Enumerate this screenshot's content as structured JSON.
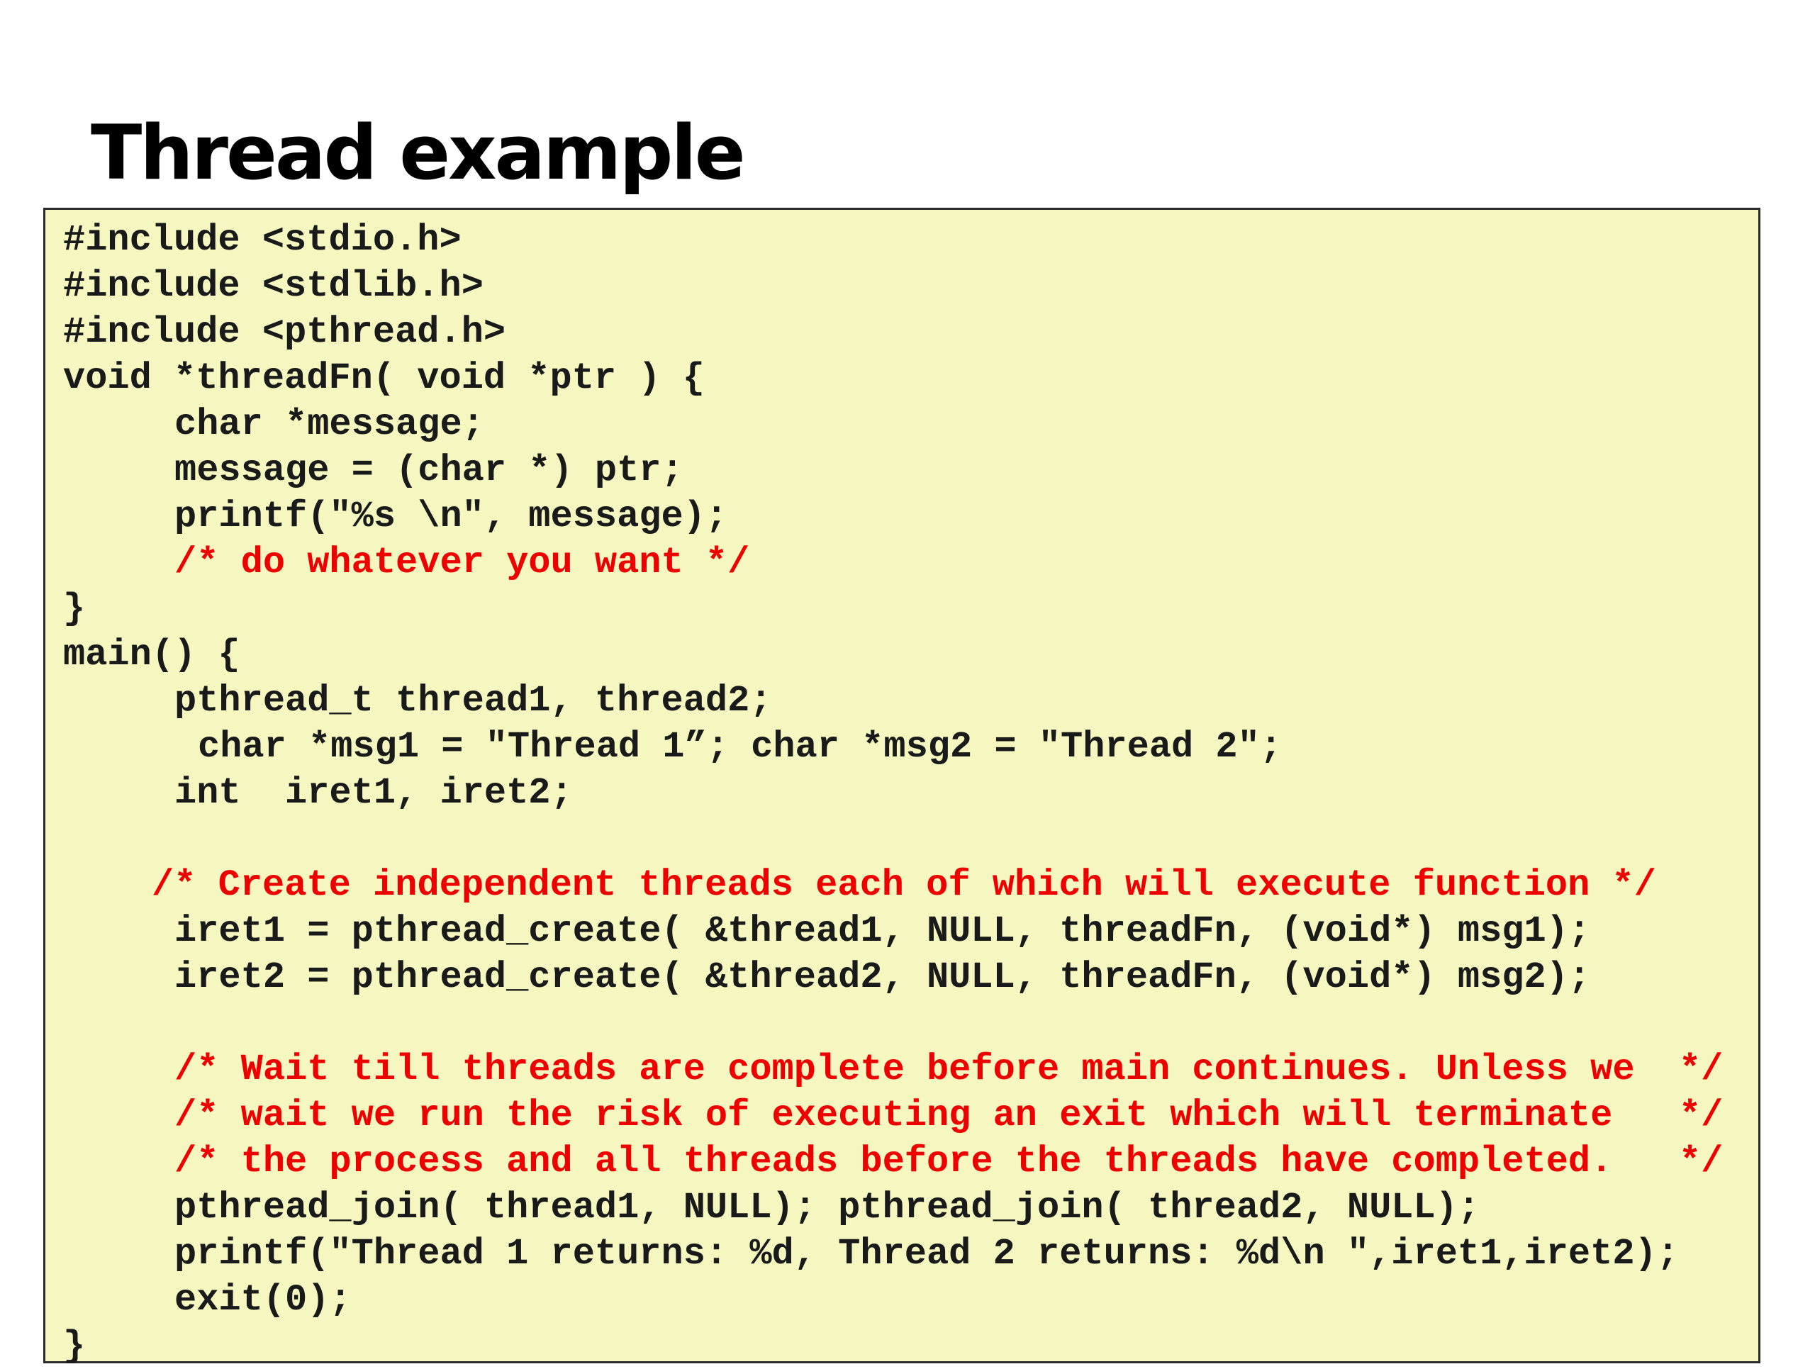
{
  "title": "Thread example",
  "colors": {
    "code_text": "#1a1a1a",
    "comment": "#ee0000",
    "panel_background": "#f6f6c0",
    "panel_border": "#2b2b2b"
  },
  "code": {
    "lines": [
      {
        "text": "#include <stdio.h>",
        "type": "code"
      },
      {
        "text": "#include <stdlib.h>",
        "type": "code"
      },
      {
        "text": "#include <pthread.h>",
        "type": "code"
      },
      {
        "text": "void *threadFn( void *ptr ) {",
        "type": "code"
      },
      {
        "text": "char *message;",
        "type": "code"
      },
      {
        "text": "message = (char *) ptr;",
        "type": "code"
      },
      {
        "text": "printf(\"%s \\n\", message);",
        "type": "code"
      },
      {
        "text": "/* do whatever you want */",
        "type": "comment"
      },
      {
        "text": "}",
        "type": "code"
      },
      {
        "text": "main() {",
        "type": "code"
      },
      {
        "text": "pthread_t thread1, thread2;",
        "type": "code"
      },
      {
        "text": "char *msg1 = \"Thread 1”; char *msg2 = \"Thread 2\";",
        "type": "code"
      },
      {
        "text": "int  iret1, iret2;",
        "type": "code"
      },
      {
        "text": "/* Create independent threads each of which will execute function */",
        "type": "comment"
      },
      {
        "text": "iret1 = pthread_create( &thread1, NULL, threadFn, (void*) msg1);",
        "type": "code"
      },
      {
        "text": "iret2 = pthread_create( &thread2, NULL, threadFn, (void*) msg2);",
        "type": "code"
      },
      {
        "text": "/* Wait till threads are complete before main continues. Unless we  */",
        "type": "comment"
      },
      {
        "text": "/* wait we run the risk of executing an exit which will terminate   */",
        "type": "comment"
      },
      {
        "text": "/* the process and all threads before the threads have completed.   */",
        "type": "comment"
      },
      {
        "text": "pthread_join( thread1, NULL); pthread_join( thread2, NULL);",
        "type": "code"
      },
      {
        "text": "printf(\"Thread 1 returns: %d, Thread 2 returns: %d\\n \",iret1,iret2);",
        "type": "code"
      },
      {
        "text": "exit(0);",
        "type": "code"
      },
      {
        "text": "}",
        "type": "code"
      }
    ]
  }
}
